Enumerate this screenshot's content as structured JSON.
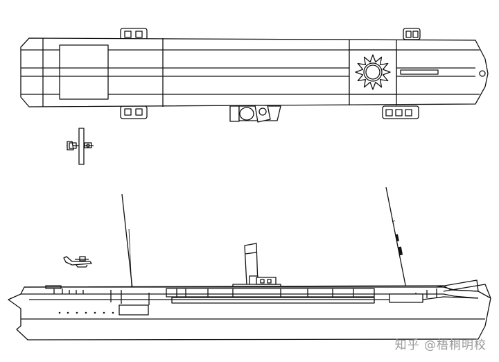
{
  "drawing": {
    "views": [
      "plan-view",
      "profile-view"
    ],
    "insignia": "blue-sky-white-sun-emblem",
    "colors": {
      "line": "#111111",
      "background": "#ffffff",
      "watermark": "#9a9a9a"
    }
  },
  "watermark": {
    "text": "知乎 @梧桐明校"
  }
}
